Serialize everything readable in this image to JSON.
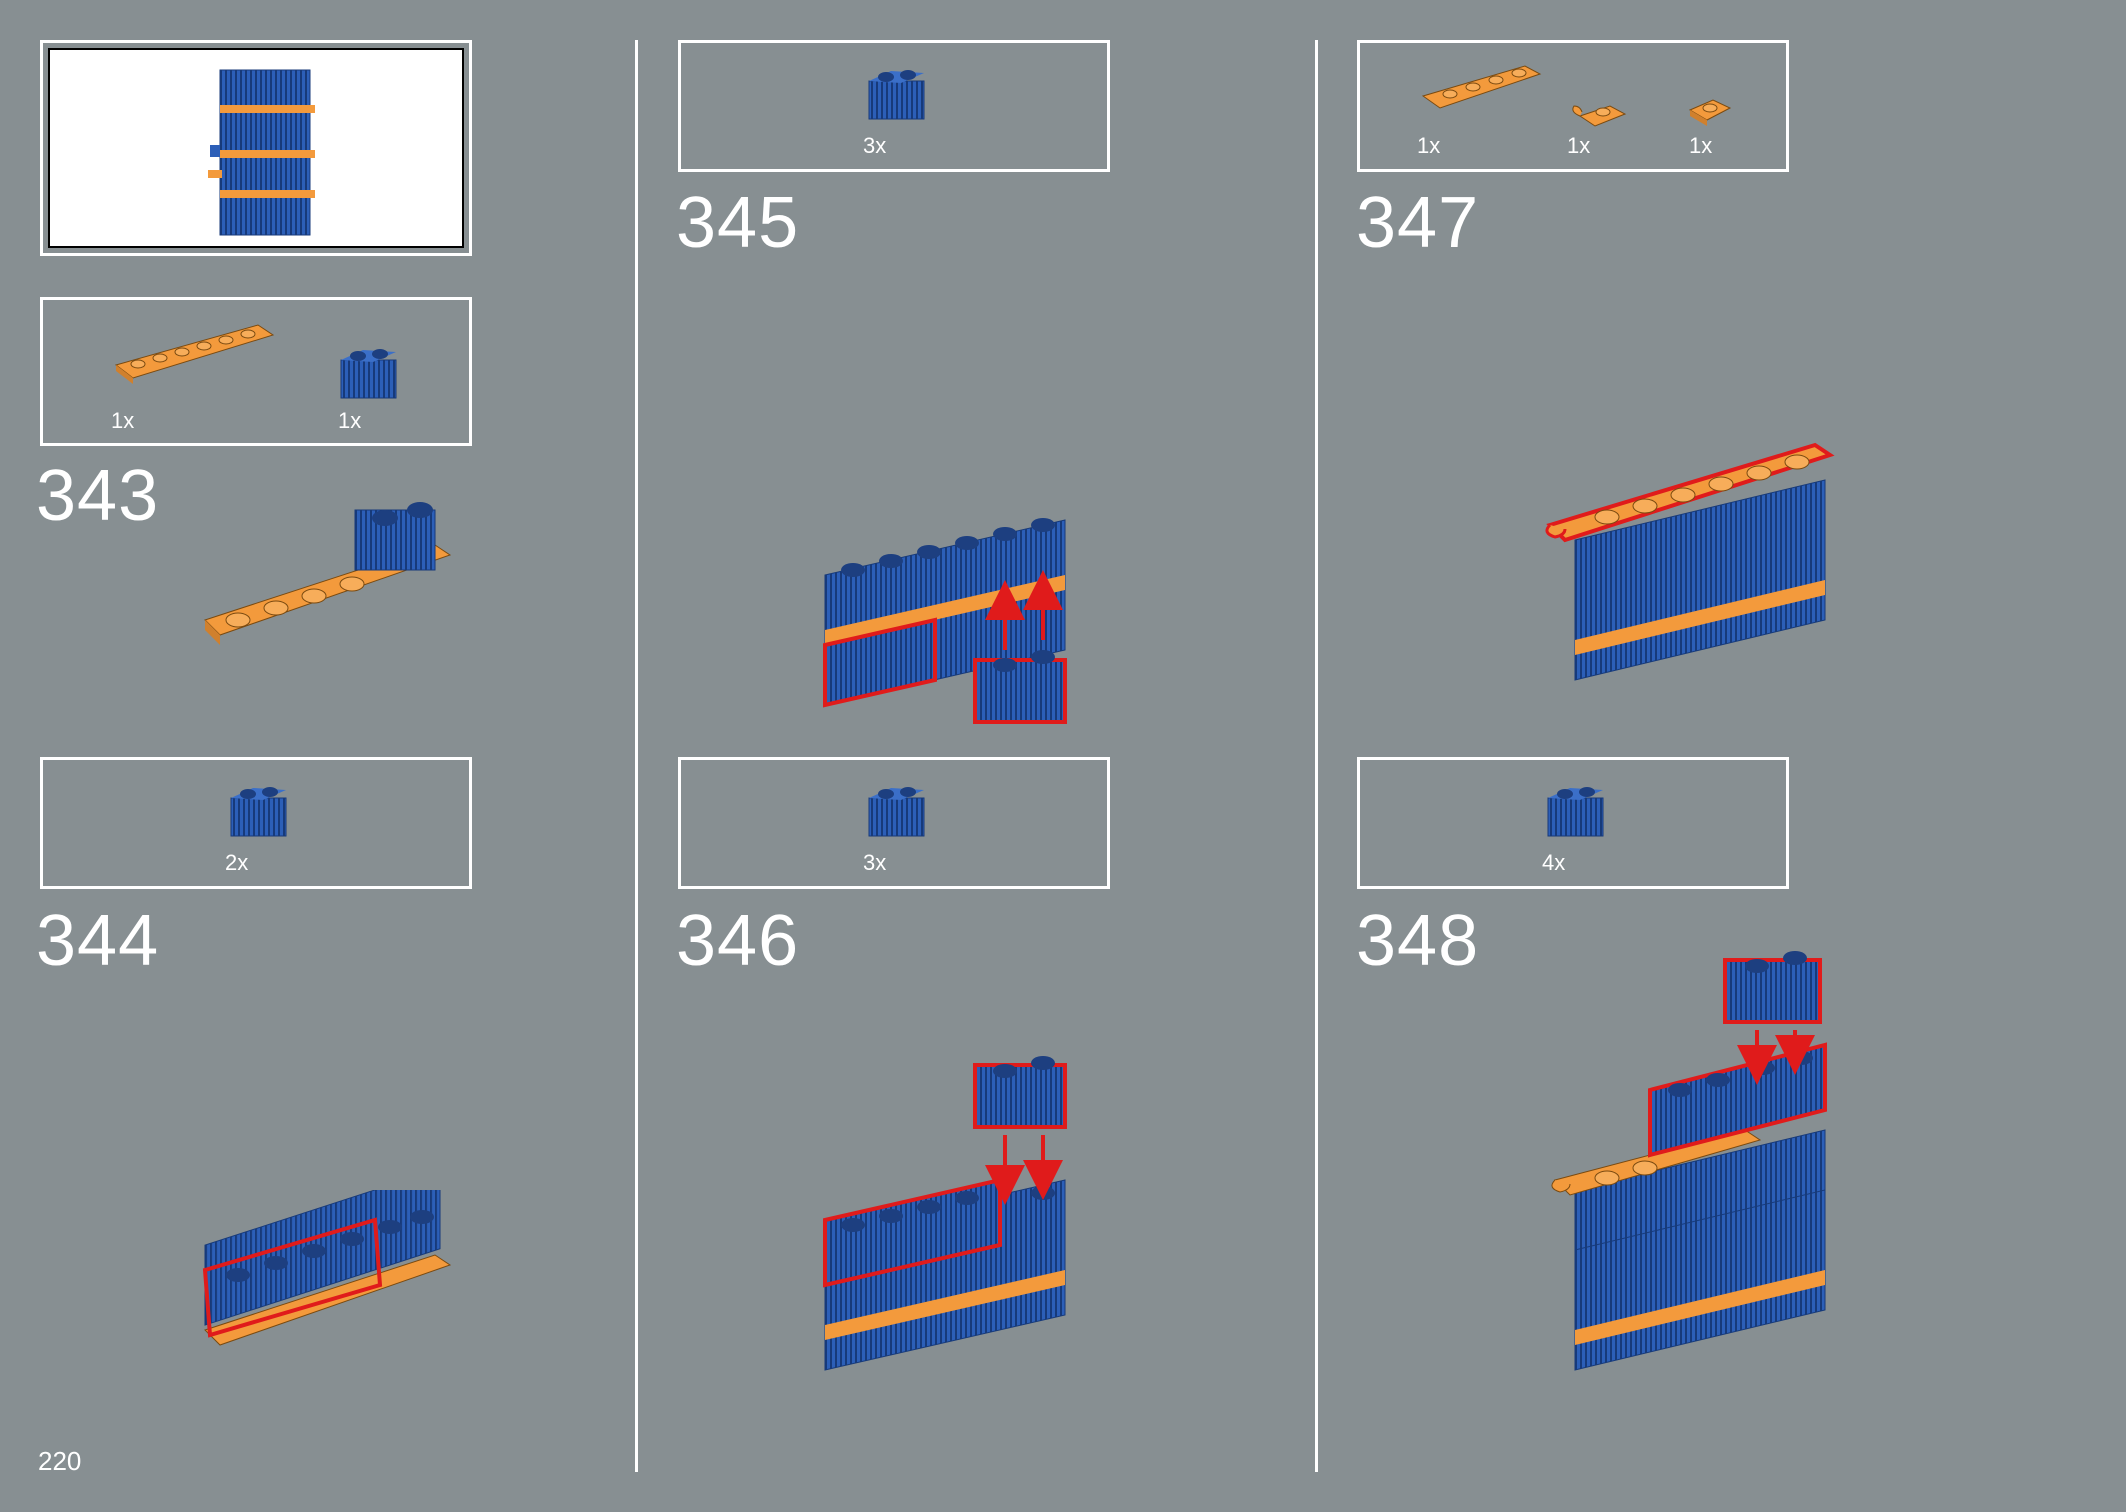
{
  "page": {
    "number": "220"
  },
  "colors": {
    "background": "#878f92",
    "blue": "#2c5fb8",
    "orange": "#f39a3c",
    "highlight": "#e01b1b"
  },
  "steps": [
    {
      "number": "343",
      "parts": [
        {
          "icon": "orange-plate-1x6",
          "qty": "1x"
        },
        {
          "icon": "blue-grille-brick-1x2",
          "qty": "1x"
        }
      ]
    },
    {
      "number": "344",
      "parts": [
        {
          "icon": "blue-grille-brick-1x2",
          "qty": "2x"
        }
      ]
    },
    {
      "number": "345",
      "parts": [
        {
          "icon": "blue-grille-brick-1x2",
          "qty": "3x"
        }
      ]
    },
    {
      "number": "346",
      "parts": [
        {
          "icon": "blue-grille-brick-1x2",
          "qty": "3x"
        }
      ]
    },
    {
      "number": "347",
      "parts": [
        {
          "icon": "orange-plate-1x4",
          "qty": "1x"
        },
        {
          "icon": "orange-clip-plate-1x1",
          "qty": "1x"
        },
        {
          "icon": "orange-plate-1x1",
          "qty": "1x"
        }
      ]
    },
    {
      "number": "348",
      "parts": [
        {
          "icon": "blue-grille-brick-1x2",
          "qty": "4x"
        }
      ]
    }
  ]
}
